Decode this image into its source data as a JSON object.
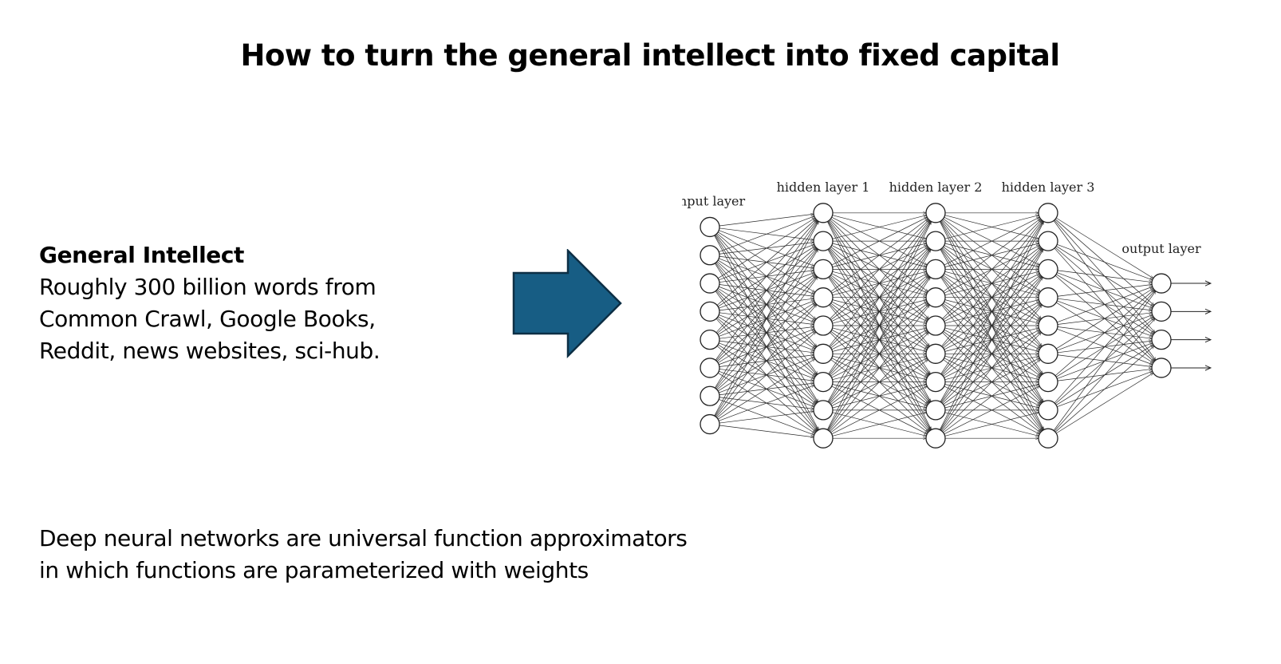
{
  "slide": {
    "title": "How to turn the general intellect into fixed capital"
  },
  "general_intellect": {
    "heading": "General Intellect",
    "lines": [
      "Roughly 300 billion words from",
      "Common Crawl, Google Books,",
      "Reddit, news websites, sci-hub."
    ]
  },
  "arrow": {
    "icon": "right-arrow-icon",
    "fill_color": "#175d84",
    "stroke_color": "#0d2f45"
  },
  "network": {
    "layers": [
      {
        "label": "input layer",
        "nodes": 8
      },
      {
        "label": "hidden layer 1",
        "nodes": 9
      },
      {
        "label": "hidden layer 2",
        "nodes": 9
      },
      {
        "label": "hidden layer 3",
        "nodes": 9
      },
      {
        "label": "output layer",
        "nodes": 4
      }
    ],
    "output_arrows": true
  },
  "footer_text": {
    "lines": [
      "Deep neural networks are universal function approximators",
      "in which functions are parameterized with weights"
    ]
  }
}
